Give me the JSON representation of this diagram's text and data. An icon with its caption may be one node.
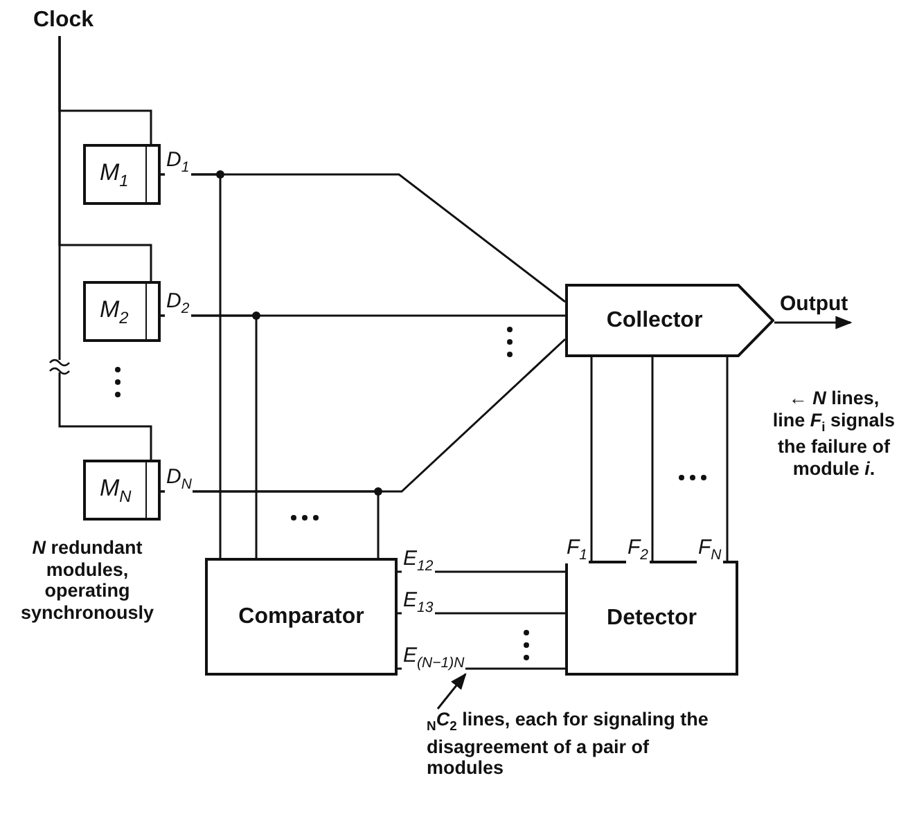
{
  "diagram": {
    "nodes": [
      {
        "text": [
          "Clock"
        ]
      },
      {
        "text": [
          "M$_{1}$"
        ]
      },
      {
        "text": [
          "M$_{2}$"
        ]
      },
      {
        "text": [
          "M$_{N}$"
        ]
      },
      {
        "text": [
          "Collector"
        ]
      },
      {
        "text": [
          "Comparator"
        ]
      },
      {
        "text": [
          "Detector"
        ]
      },
      {
        "text": [
          "$_{N}$*C*$_{2}$ lines, each for signaling the disagreement of a pair of modules"
        ]
      }
    ],
    "edges": [
      {
        "from": 0,
        "to": 1,
        "arrow": "none"
      },
      {
        "from": 0,
        "to": 2,
        "arrow": "none"
      },
      {
        "from": 0,
        "to": 3,
        "arrow": "none"
      },
      {
        "from": 1,
        "to": 4,
        "arrow": "none",
        "label": "D$_{1}$"
      },
      {
        "from": 2,
        "to": 4,
        "arrow": "none",
        "label": "D$_{2}$"
      },
      {
        "from": 3,
        "to": 4,
        "arrow": "none",
        "label": "D$_{N}$"
      },
      {
        "from": 1,
        "to": 5,
        "arrow": "none"
      },
      {
        "from": 2,
        "to": 5,
        "arrow": "none"
      },
      {
        "from": 3,
        "to": 5,
        "arrow": "none"
      },
      {
        "from": 5,
        "to": 6,
        "arrow": "none",
        "label": "E$_{12}$"
      },
      {
        "from": 5,
        "to": 6,
        "arrow": "none",
        "label": "E$_{13}$"
      },
      {
        "from": 5,
        "to": 6,
        "arrow": "none",
        "label": "E$_{(N−1)N}$"
      },
      {
        "from": 6,
        "to": 4,
        "arrow": "none",
        "label": "F$_{1}$"
      },
      {
        "from": 6,
        "to": 4,
        "arrow": "none",
        "label": "F$_{2}$"
      },
      {
        "from": 6,
        "to": 4,
        "arrow": "none",
        "label": "F$_{N}$"
      },
      {
        "from": 4,
        "to": null,
        "arrow": "to",
        "label": "Output"
      },
      {
        "from": 7,
        "to": null,
        "arrow": "to"
      }
    ],
    "labels": [
      "*N* redundant modules, operating synchronously",
      "← *N* lines, line *F*$_{i}$ signals the failure of module *i*."
    ]
  }
}
